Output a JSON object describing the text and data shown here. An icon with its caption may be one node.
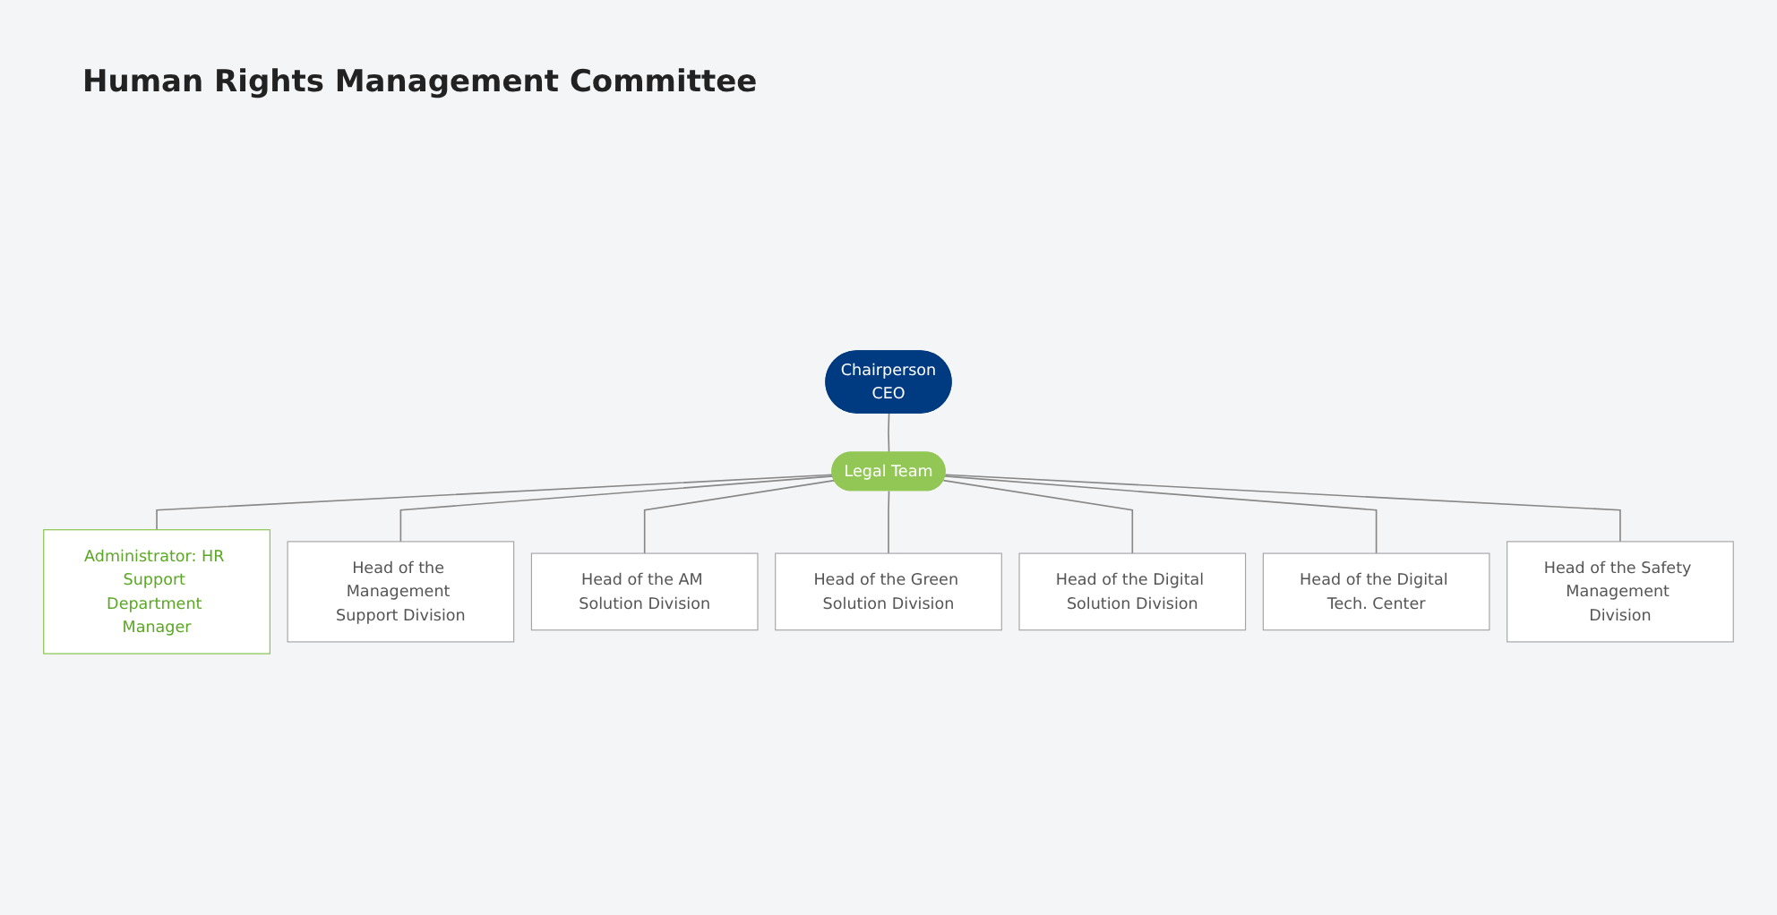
{
  "diagram": {
    "title": "Human Rights Management Committee",
    "nodes": [
      {
        "text": [
          "Chairperson",
          "CEO"
        ]
      },
      {
        "text": [
          "Legal Team"
        ]
      },
      {
        "text": [
          "Administrator: HR Support Department Manager"
        ]
      },
      {
        "text": [
          "Head of the Management Support Division"
        ]
      },
      {
        "text": [
          "Head of the AM Solution Division"
        ]
      },
      {
        "text": [
          "Head of the Green Solution Division"
        ]
      },
      {
        "text": [
          "Head of the Digital Solution Division"
        ]
      },
      {
        "text": [
          "Head of the Digital Tech. Center"
        ]
      },
      {
        "text": [
          "Head of the Safety Management Division"
        ]
      }
    ],
    "edges": [
      {
        "from": 0,
        "to": 1,
        "arrow": "none"
      },
      {
        "from": 1,
        "to": 2,
        "arrow": "none"
      },
      {
        "from": 1,
        "to": 3,
        "arrow": "none"
      },
      {
        "from": 1,
        "to": 4,
        "arrow": "none"
      },
      {
        "from": 1,
        "to": 5,
        "arrow": "none"
      },
      {
        "from": 1,
        "to": 6,
        "arrow": "none"
      },
      {
        "from": 1,
        "to": 7,
        "arrow": "none"
      },
      {
        "from": 1,
        "to": 8,
        "arrow": "none"
      }
    ]
  }
}
